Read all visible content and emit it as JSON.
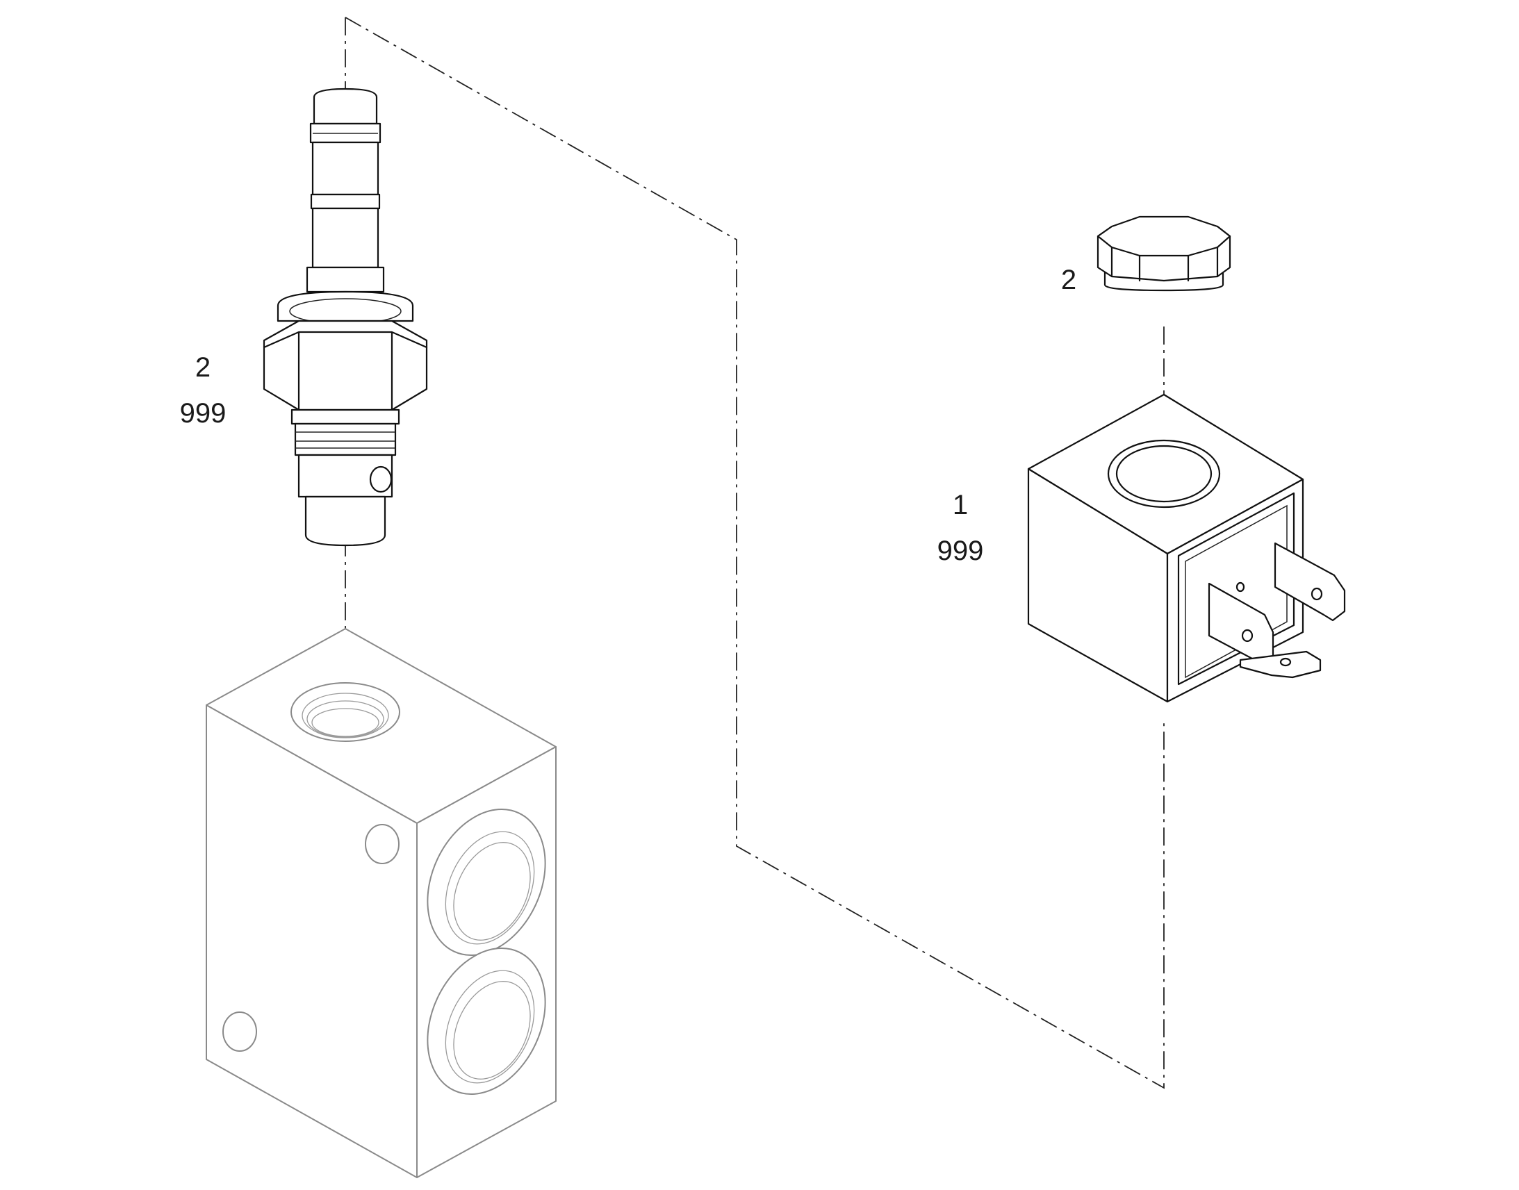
{
  "callouts": {
    "cartridge": {
      "item": "2",
      "qty": "999"
    },
    "plug": {
      "item": "2"
    },
    "coil": {
      "item": "1",
      "qty": "999"
    }
  },
  "colors": {
    "line": "#111111",
    "ghost": "#8a8a8a",
    "background": "#ffffff"
  }
}
